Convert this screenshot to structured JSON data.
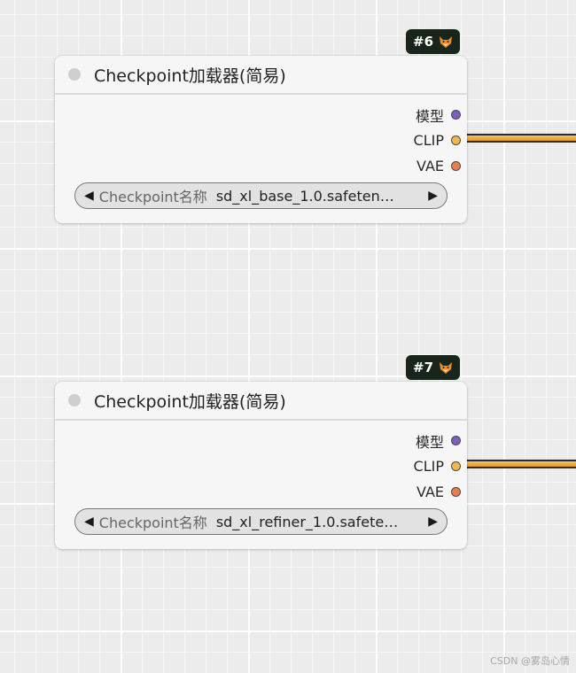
{
  "nodes": [
    {
      "id_badge": "#6",
      "badge_icon": "fox-icon",
      "title": "Checkpoint加载器(简易)",
      "outputs": [
        {
          "label": "模型",
          "color": "#7f5cc2"
        },
        {
          "label": "CLIP",
          "color": "#f2b84b"
        },
        {
          "label": "VAE",
          "color": "#ec7a52"
        }
      ],
      "widget": {
        "name": "Checkpoint名称",
        "value": "sd_xl_base_1.0.safeten…"
      }
    },
    {
      "id_badge": "#7",
      "badge_icon": "fox-icon",
      "title": "Checkpoint加载器(简易)",
      "outputs": [
        {
          "label": "模型",
          "color": "#7f5cc2"
        },
        {
          "label": "CLIP",
          "color": "#f2b84b"
        },
        {
          "label": "VAE",
          "color": "#ec7a52"
        }
      ],
      "widget": {
        "name": "Checkpoint名称",
        "value": "sd_xl_refiner_1.0.safete…"
      }
    }
  ],
  "icons": {
    "collapse": "circle-dot-icon",
    "widget_decrement": "◀",
    "widget_increment": "▶"
  },
  "colors": {
    "clip_wire": "#f2b84b",
    "badge_bg": "#17251b"
  },
  "watermark": "CSDN @雾岛心情"
}
